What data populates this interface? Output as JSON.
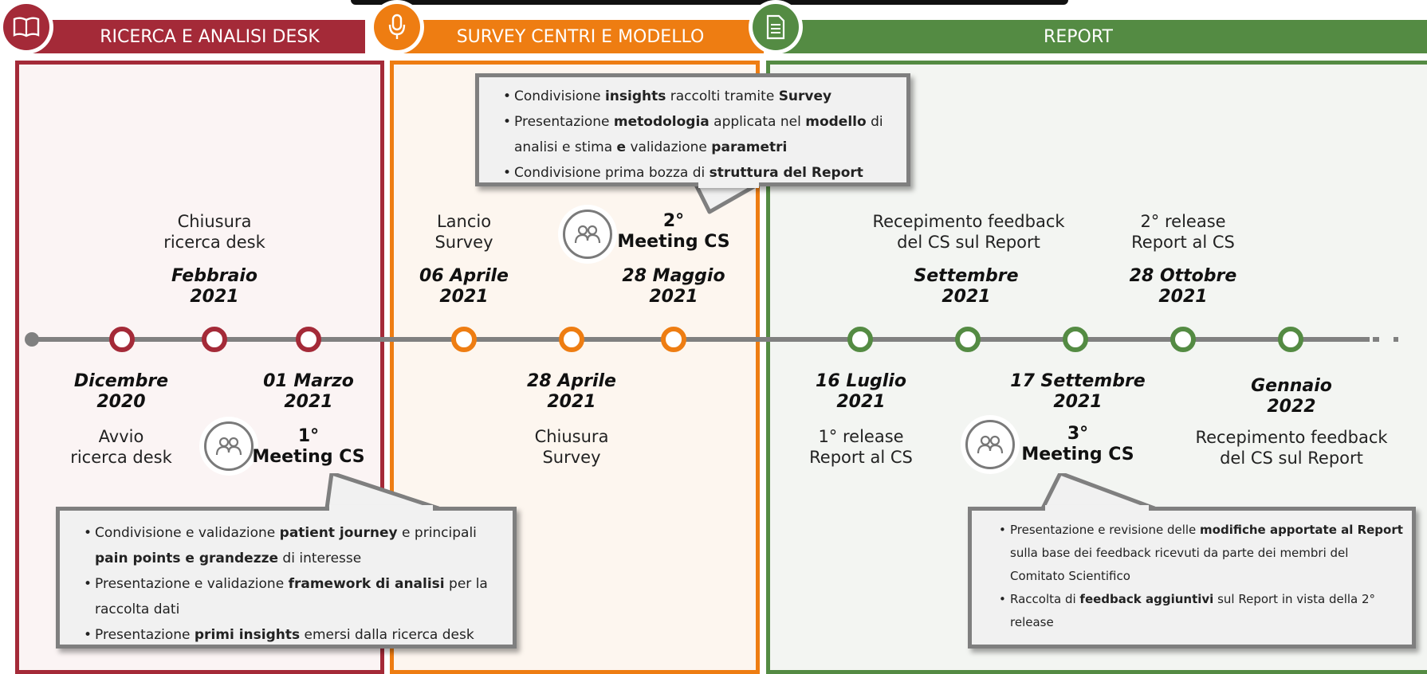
{
  "colors": {
    "ricerca": "#a42a38",
    "survey": "#ee7d12",
    "report": "#548b43",
    "timeline": "#808080"
  },
  "phases": [
    {
      "title": "RICERCA E ANALISI DESK",
      "icon": "book-icon"
    },
    {
      "title": "SURVEY CENTRI E MODELLO",
      "icon": "microphone-icon"
    },
    {
      "title": "REPORT",
      "icon": "document-icon"
    }
  ],
  "above": {
    "chiusura_ricerca": {
      "label1": "Chiusura",
      "label2": "ricerca desk",
      "date1": "Febbraio",
      "date2": "2021"
    },
    "lancio_survey": {
      "label1": "Lancio",
      "label2": "Survey",
      "date1": "06 Aprile",
      "date2": "2021"
    },
    "meeting2": {
      "label1": "2°",
      "label2": "Meeting CS",
      "date1": "28 Maggio",
      "date2": "2021"
    },
    "recepimento1": {
      "label1": "Recepimento feedback",
      "label2": "del CS sul Report",
      "date1": "Settembre",
      "date2": "2021"
    },
    "release2": {
      "label1": "2°  release",
      "label2": "Report al CS",
      "date1": "28 Ottobre",
      "date2": "2021"
    }
  },
  "below": {
    "avvio": {
      "date1": "Dicembre",
      "date2": "2020",
      "label1": "Avvio",
      "label2": "ricerca desk"
    },
    "meeting1": {
      "date1": "01 Marzo",
      "date2": "2021",
      "label1": "1°",
      "label2": "Meeting CS"
    },
    "chiusura_survey": {
      "date1": "28 Aprile",
      "date2": "2021",
      "label1": "Chiusura",
      "label2": "Survey"
    },
    "release1": {
      "date1": "16 Luglio",
      "date2": "2021",
      "label1": "1°  release",
      "label2": "Report al CS"
    },
    "meeting3": {
      "date1": "17 Settembre",
      "date2": "2021",
      "label1": "3°",
      "label2": "Meeting CS"
    },
    "recepimento2": {
      "date1": "Gennaio",
      "date2": "2022",
      "label1": "Recepimento feedback",
      "label2": "del CS sul Report"
    }
  },
  "callouts": {
    "meeting2": [
      [
        {
          "t": "Condivisione "
        },
        {
          "t": "insights",
          "b": true
        },
        {
          "t": " raccolti tramite "
        },
        {
          "t": "Survey",
          "b": true
        }
      ],
      [
        {
          "t": "Presentazione "
        },
        {
          "t": "metodologia",
          "b": true
        },
        {
          "t": " applicata nel "
        },
        {
          "t": "modello",
          "b": true
        },
        {
          "t": " di analisi e stima "
        },
        {
          "t": "e",
          "b": true
        },
        {
          "t": " validazione "
        },
        {
          "t": "parametri",
          "b": true
        }
      ],
      [
        {
          "t": "Condivisione prima bozza di "
        },
        {
          "t": "struttura del Report",
          "b": true
        }
      ]
    ],
    "meeting1": [
      [
        {
          "t": "Condivisione e validazione "
        },
        {
          "t": "patient journey",
          "b": true
        },
        {
          "t": " e principali "
        },
        {
          "t": "pain points e grandezze",
          "b": true
        },
        {
          "t": " di interesse"
        }
      ],
      [
        {
          "t": "Presentazione e validazione "
        },
        {
          "t": "framework di analisi",
          "b": true
        },
        {
          "t": " per la raccolta dati"
        }
      ],
      [
        {
          "t": "Presentazione "
        },
        {
          "t": "primi insights",
          "b": true
        },
        {
          "t": " emersi dalla ricerca desk"
        }
      ]
    ],
    "meeting3": [
      [
        {
          "t": "Presentazione e revisione delle "
        },
        {
          "t": "modifiche apportate al Report",
          "b": true
        },
        {
          "t": " sulla base dei feedback ricevuti da parte dei membri del Comitato Scientifico"
        }
      ],
      [
        {
          "t": "Raccolta di "
        },
        {
          "t": "feedback aggiuntivi",
          "b": true
        },
        {
          "t": " sul Report in vista della 2°  release"
        }
      ]
    ]
  }
}
